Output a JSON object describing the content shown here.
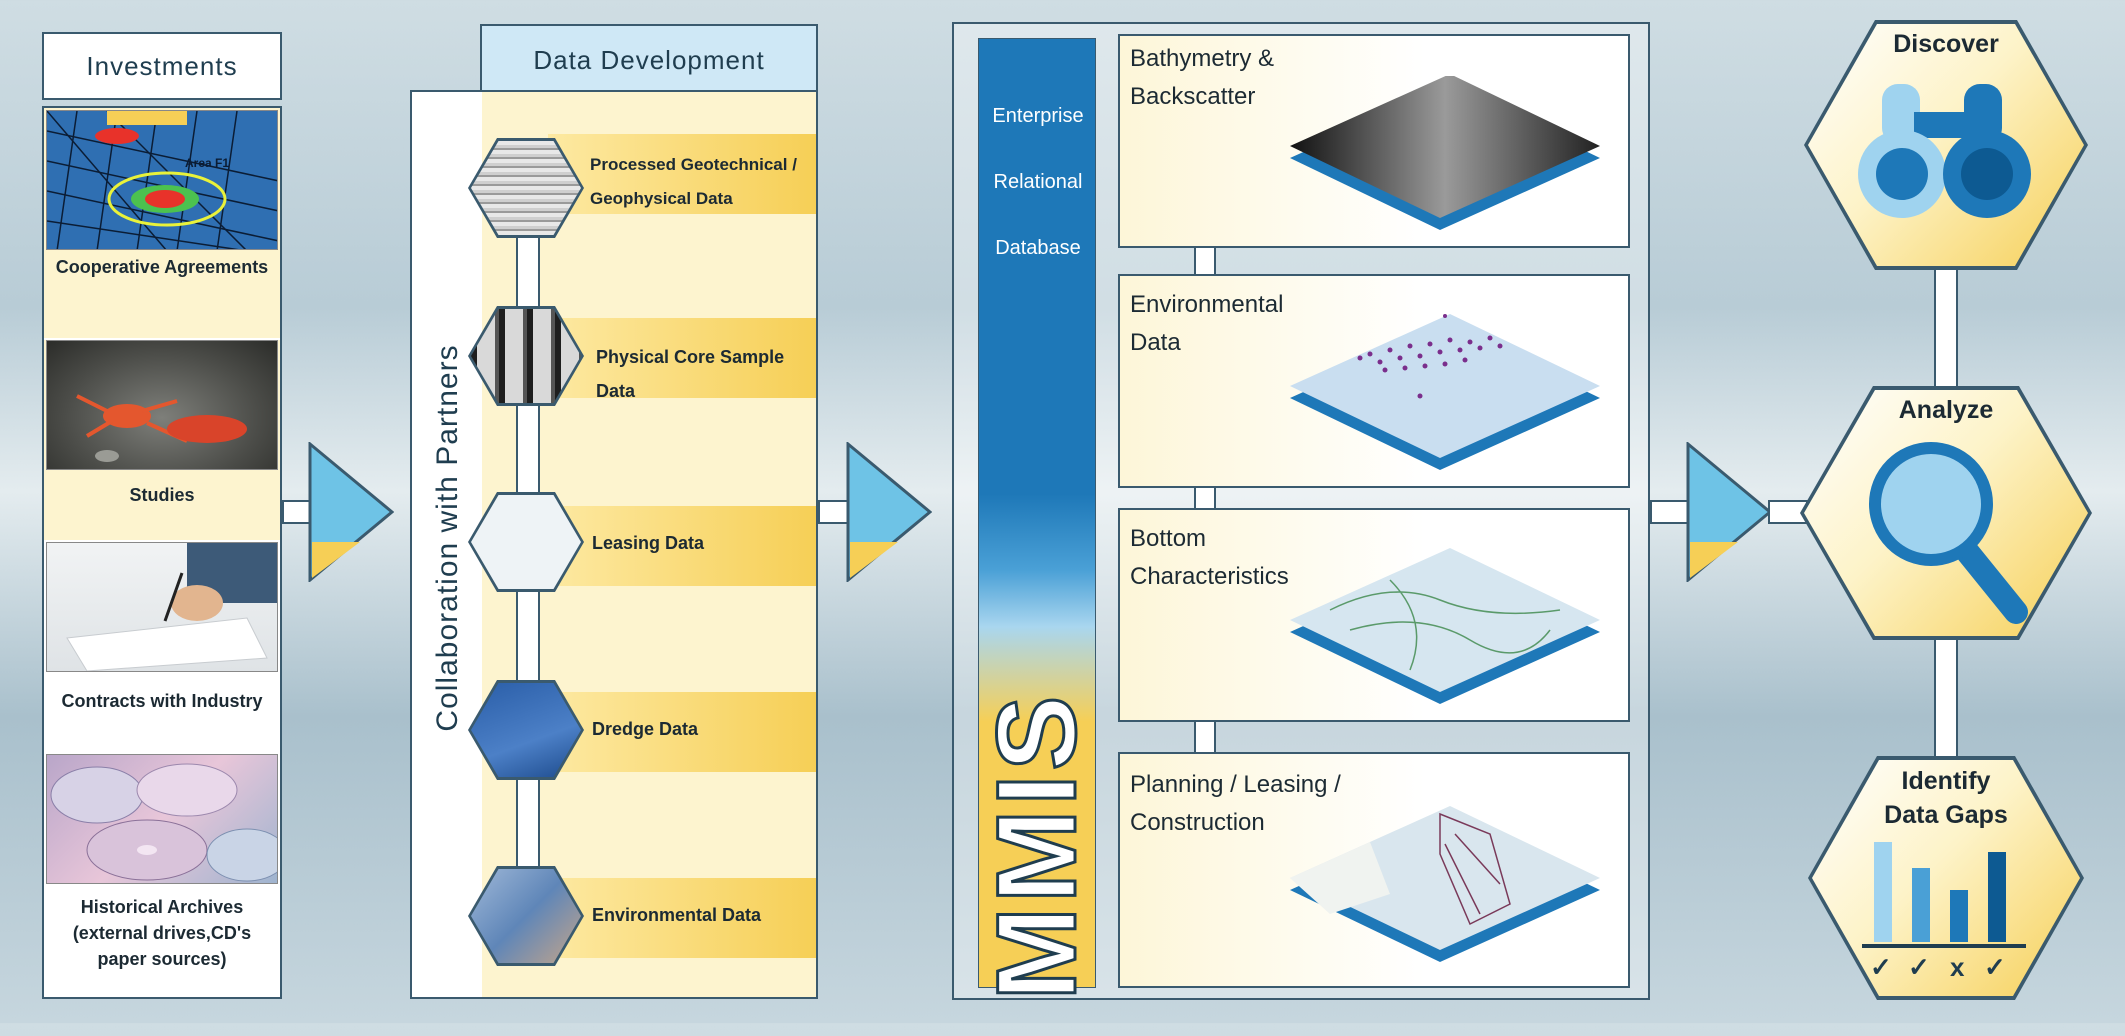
{
  "investments": {
    "title": "Investments",
    "items": [
      {
        "label": "Cooperative Agreements",
        "map_label": "Area F1"
      },
      {
        "label": "Studies"
      },
      {
        "label": "Contracts with Industry"
      },
      {
        "label": "Historical Archives\n(external drives,CD's\npaper sources)"
      }
    ]
  },
  "data_development": {
    "title": "Data Development",
    "vertical_label": "Collaboration with Partners",
    "items": [
      {
        "label": "Processed Geotechnical /\nGeophysical Data"
      },
      {
        "label": "Physical Core Sample Data"
      },
      {
        "label": "Leasing Data"
      },
      {
        "label": "Dredge Data"
      },
      {
        "label": "Environmental Data"
      }
    ]
  },
  "database": {
    "column_label_lines": [
      "Enterprise",
      "Relational",
      "Database"
    ],
    "brand": "MMIS",
    "cards": [
      {
        "title": "Bathymetry &\nBackscatter"
      },
      {
        "title": "Environmental\nData"
      },
      {
        "title": "Bottom\nCharacteristics"
      },
      {
        "title": "Planning / Leasing /\nConstruction"
      }
    ]
  },
  "outcomes": {
    "items": [
      {
        "title": "Discover",
        "icon": "binoculars-icon"
      },
      {
        "title": "Analyze",
        "icon": "magnifier-icon"
      },
      {
        "title": "Identify\nData Gaps",
        "icon": "bar-chart-icon",
        "checks": [
          "✓",
          "✓",
          "x",
          "✓"
        ]
      }
    ]
  },
  "colors": {
    "navy": "#3a5a6e",
    "blue": "#1e78b8",
    "light_blue": "#9fd3ef",
    "yellow": "#f6cf56",
    "pale_yellow": "#fdf4cf"
  }
}
